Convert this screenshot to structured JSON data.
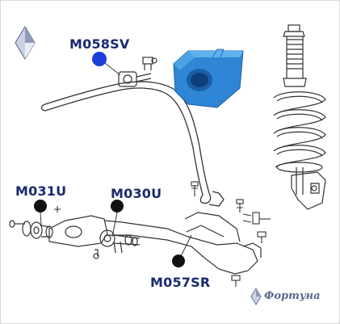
{
  "labels": {
    "stabilizer_bushing": "M058SV",
    "rear_arm_bushing": "M031U",
    "front_arm_bushing": "M030U",
    "ball_joint": "M057SR"
  },
  "brand": {
    "name": "Фортуна"
  },
  "icons": {
    "top_left_logo": "diamond-logo-icon",
    "brand_logo": "diamond-brand-icon"
  },
  "colors": {
    "highlight_bushing": "#3a8fd8",
    "marker_blue": "#1a3fd8",
    "marker_black": "#111111",
    "label_text": "#1a2a6e",
    "line_art": "#333333"
  }
}
